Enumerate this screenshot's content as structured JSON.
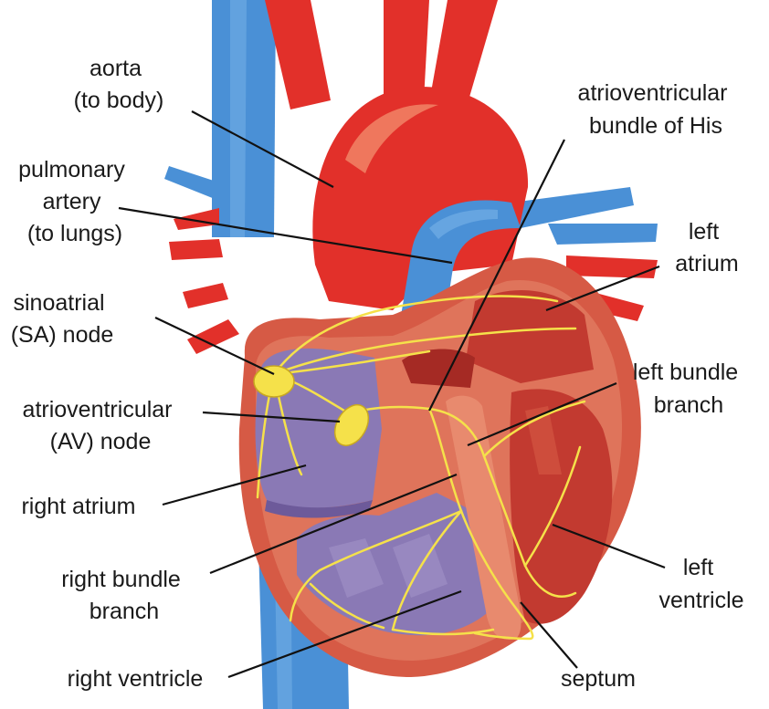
{
  "colors": {
    "vein_blue": "#4a90d6",
    "vein_blue_light": "#7ab4e8",
    "artery_red": "#e2302a",
    "artery_highlight": "#f28a6a",
    "heart_wall": "#d65a45",
    "heart_wall_light": "#e88a6e",
    "chamber_purple": "#8a79b5",
    "chamber_purple_dark": "#6d5a9a",
    "left_chamber_red": "#c23a30",
    "conduction_yellow": "#f5e14a",
    "leader_line": "#111111",
    "text": "#1a1a1a"
  },
  "labels": {
    "aorta": [
      "aorta",
      "(to body)"
    ],
    "pulmonary_artery": [
      "pulmonary",
      "artery",
      "(to lungs)"
    ],
    "sa_node": [
      "sinoatrial",
      "(SA) node"
    ],
    "av_node": [
      "atrioventricular",
      "(AV) node"
    ],
    "right_atrium": [
      "right atrium"
    ],
    "right_bundle_branch": [
      "right bundle",
      "branch"
    ],
    "right_ventricle": [
      "right ventricle"
    ],
    "bundle_of_his": [
      "atrioventricular",
      "bundle of His"
    ],
    "left_atrium": [
      "left",
      "atrium"
    ],
    "left_bundle_branch": [
      "left bundle",
      "branch"
    ],
    "left_ventricle": [
      "left",
      "ventricle"
    ],
    "septum": [
      "septum"
    ]
  }
}
